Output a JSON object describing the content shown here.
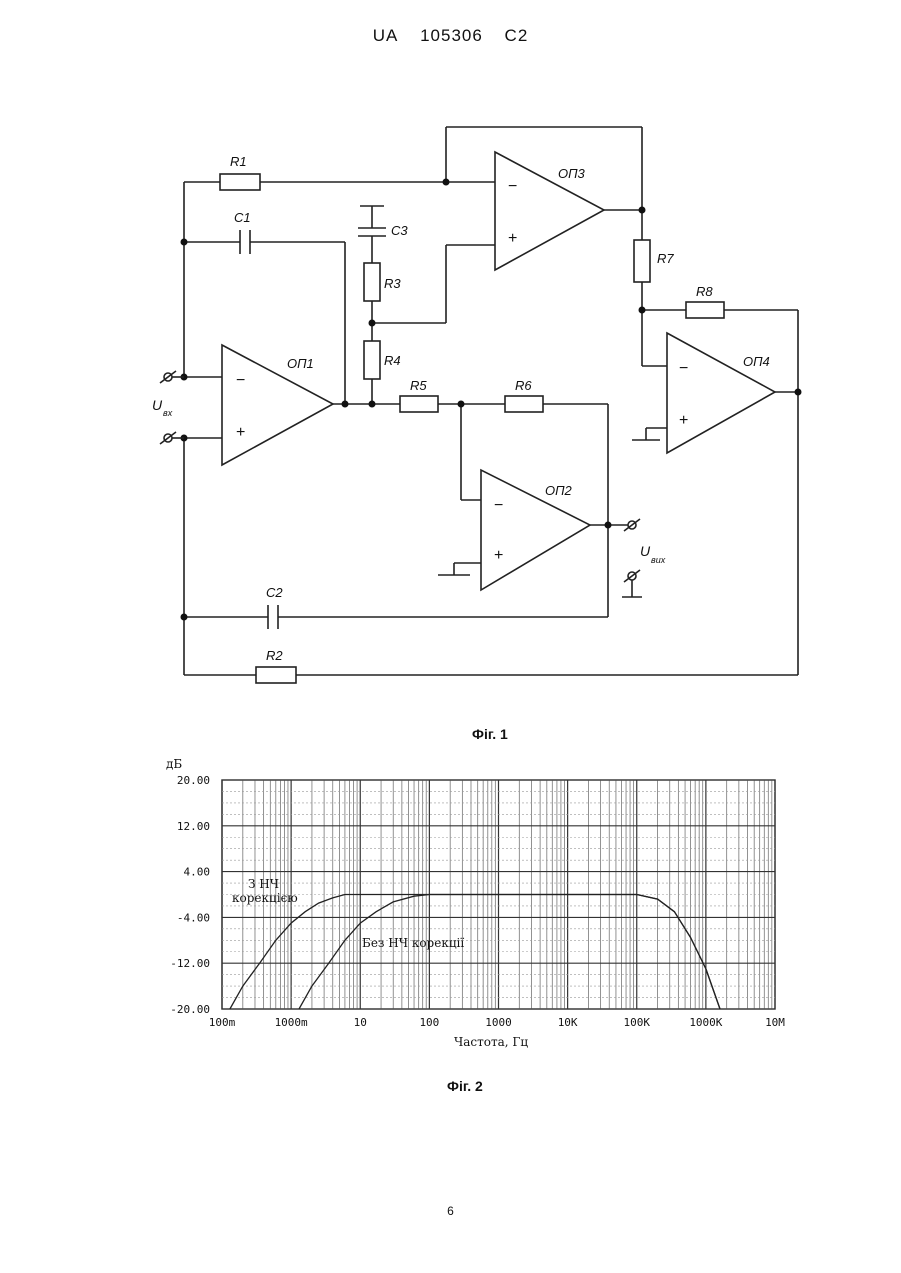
{
  "header": {
    "country": "UA",
    "number": "105306",
    "kind": "C2"
  },
  "figure1": {
    "caption": "Фіг. 1",
    "opamps": [
      "ОП1",
      "ОП2",
      "ОП3",
      "ОП4"
    ],
    "resistors": [
      "R1",
      "R2",
      "R3",
      "R4",
      "R5",
      "R6",
      "R7",
      "R8"
    ],
    "capacitors": [
      "C1",
      "C2",
      "C3"
    ],
    "input_label": "U",
    "input_sub": "вх",
    "output_label": "U",
    "output_sub": "вих",
    "minus": "−",
    "plus": "+"
  },
  "figure2": {
    "caption": "Фіг. 2",
    "ylabel": "дБ",
    "xlabel": "Частота, Гц",
    "annotations": [
      "З НЧ",
      "корекцією",
      "Без НЧ корекції"
    ]
  },
  "page_number": "6",
  "chart_data": {
    "type": "line",
    "xscale": "log",
    "xlim": [
      0.1,
      10000000
    ],
    "ylim": [
      -20,
      20
    ],
    "x_ticks": [
      0.1,
      1,
      10,
      100,
      1000,
      10000,
      100000,
      1000000,
      10000000
    ],
    "x_tick_labels": [
      "100m",
      "1000m",
      "10",
      "100",
      "1000",
      "10K",
      "100K",
      "1000K",
      "10M"
    ],
    "y_ticks": [
      20,
      12,
      4,
      -4,
      -12,
      -20
    ],
    "y_tick_labels": [
      "20.00",
      "12.00",
      "4.00",
      "-4.00",
      "-12.00",
      "-20.00"
    ],
    "ylabel": "дБ",
    "xlabel": "Частота, Гц",
    "grid": true,
    "series": [
      {
        "name": "З НЧ корекцією",
        "x": [
          0.13,
          0.2,
          0.35,
          0.6,
          1,
          1.6,
          2.5,
          4,
          6,
          10,
          100000,
          200000,
          350000,
          600000,
          1000000,
          1600000
        ],
        "y": [
          -20,
          -16,
          -12,
          -8,
          -5,
          -3,
          -1.5,
          -0.6,
          0,
          0,
          0,
          -0.8,
          -3,
          -7.5,
          -13,
          -20
        ]
      },
      {
        "name": "Без НЧ корекції",
        "x": [
          1.3,
          2,
          3.5,
          6,
          10,
          17,
          30,
          60,
          100,
          100000,
          200000,
          350000,
          600000,
          1000000,
          1600000
        ],
        "y": [
          -20,
          -16,
          -12,
          -8,
          -5,
          -3,
          -1.3,
          -0.3,
          0,
          0,
          -0.8,
          -3,
          -7.5,
          -13,
          -20
        ]
      }
    ]
  }
}
